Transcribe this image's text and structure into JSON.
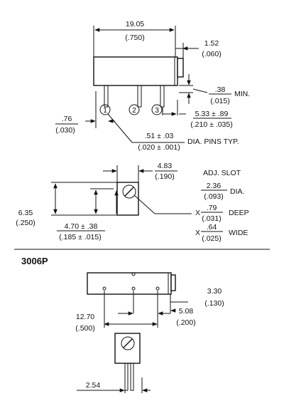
{
  "top": {
    "width_mm": "19.05",
    "width_in": "(.750)",
    "offset_mm": "1.52",
    "offset_in": "(.060)",
    "pin_len_mm": ".38",
    "pin_len_in": "(.015)",
    "min_label": "MIN.",
    "pin_spacing_mm": "5.33 ± .89",
    "pin_spacing_in": "(.210 ± .035)",
    "pin_dia_mm": ".51 ± .03",
    "pin_dia_in": "(.020 ± .001)",
    "pin_dia_label": "DIA. PINS TYP.",
    "side_mm": ".76",
    "side_in": "(.030)",
    "pin_numbers": [
      "1",
      "2",
      "3"
    ]
  },
  "mid": {
    "width_mm": "4.83",
    "width_in": "(.190)",
    "adj_slot_label": "ADJ. SLOT",
    "slot_dia_mm": "2.36",
    "slot_dia_in": "(.093)",
    "dia_label": "DIA.",
    "height_mm": "6.35",
    "height_in": "(.250)",
    "offset_mm": "4.70 ± .38",
    "offset_in": "(.185 ± .015)",
    "x_label": "X",
    "deep_mm": ".79",
    "deep_in": "(.031)",
    "deep_label": "DEEP",
    "wide_mm": ".64",
    "wide_in": "(.025)",
    "wide_label": "WIDE"
  },
  "bottom": {
    "model_label": "3006P",
    "edge_mm": "3.30",
    "edge_in": "(.130)",
    "span_mm": "12.70",
    "span_in": "(.500)",
    "pitch_mm": "5.08",
    "pitch_in": "(.200)",
    "lead_mm": "2.54"
  }
}
